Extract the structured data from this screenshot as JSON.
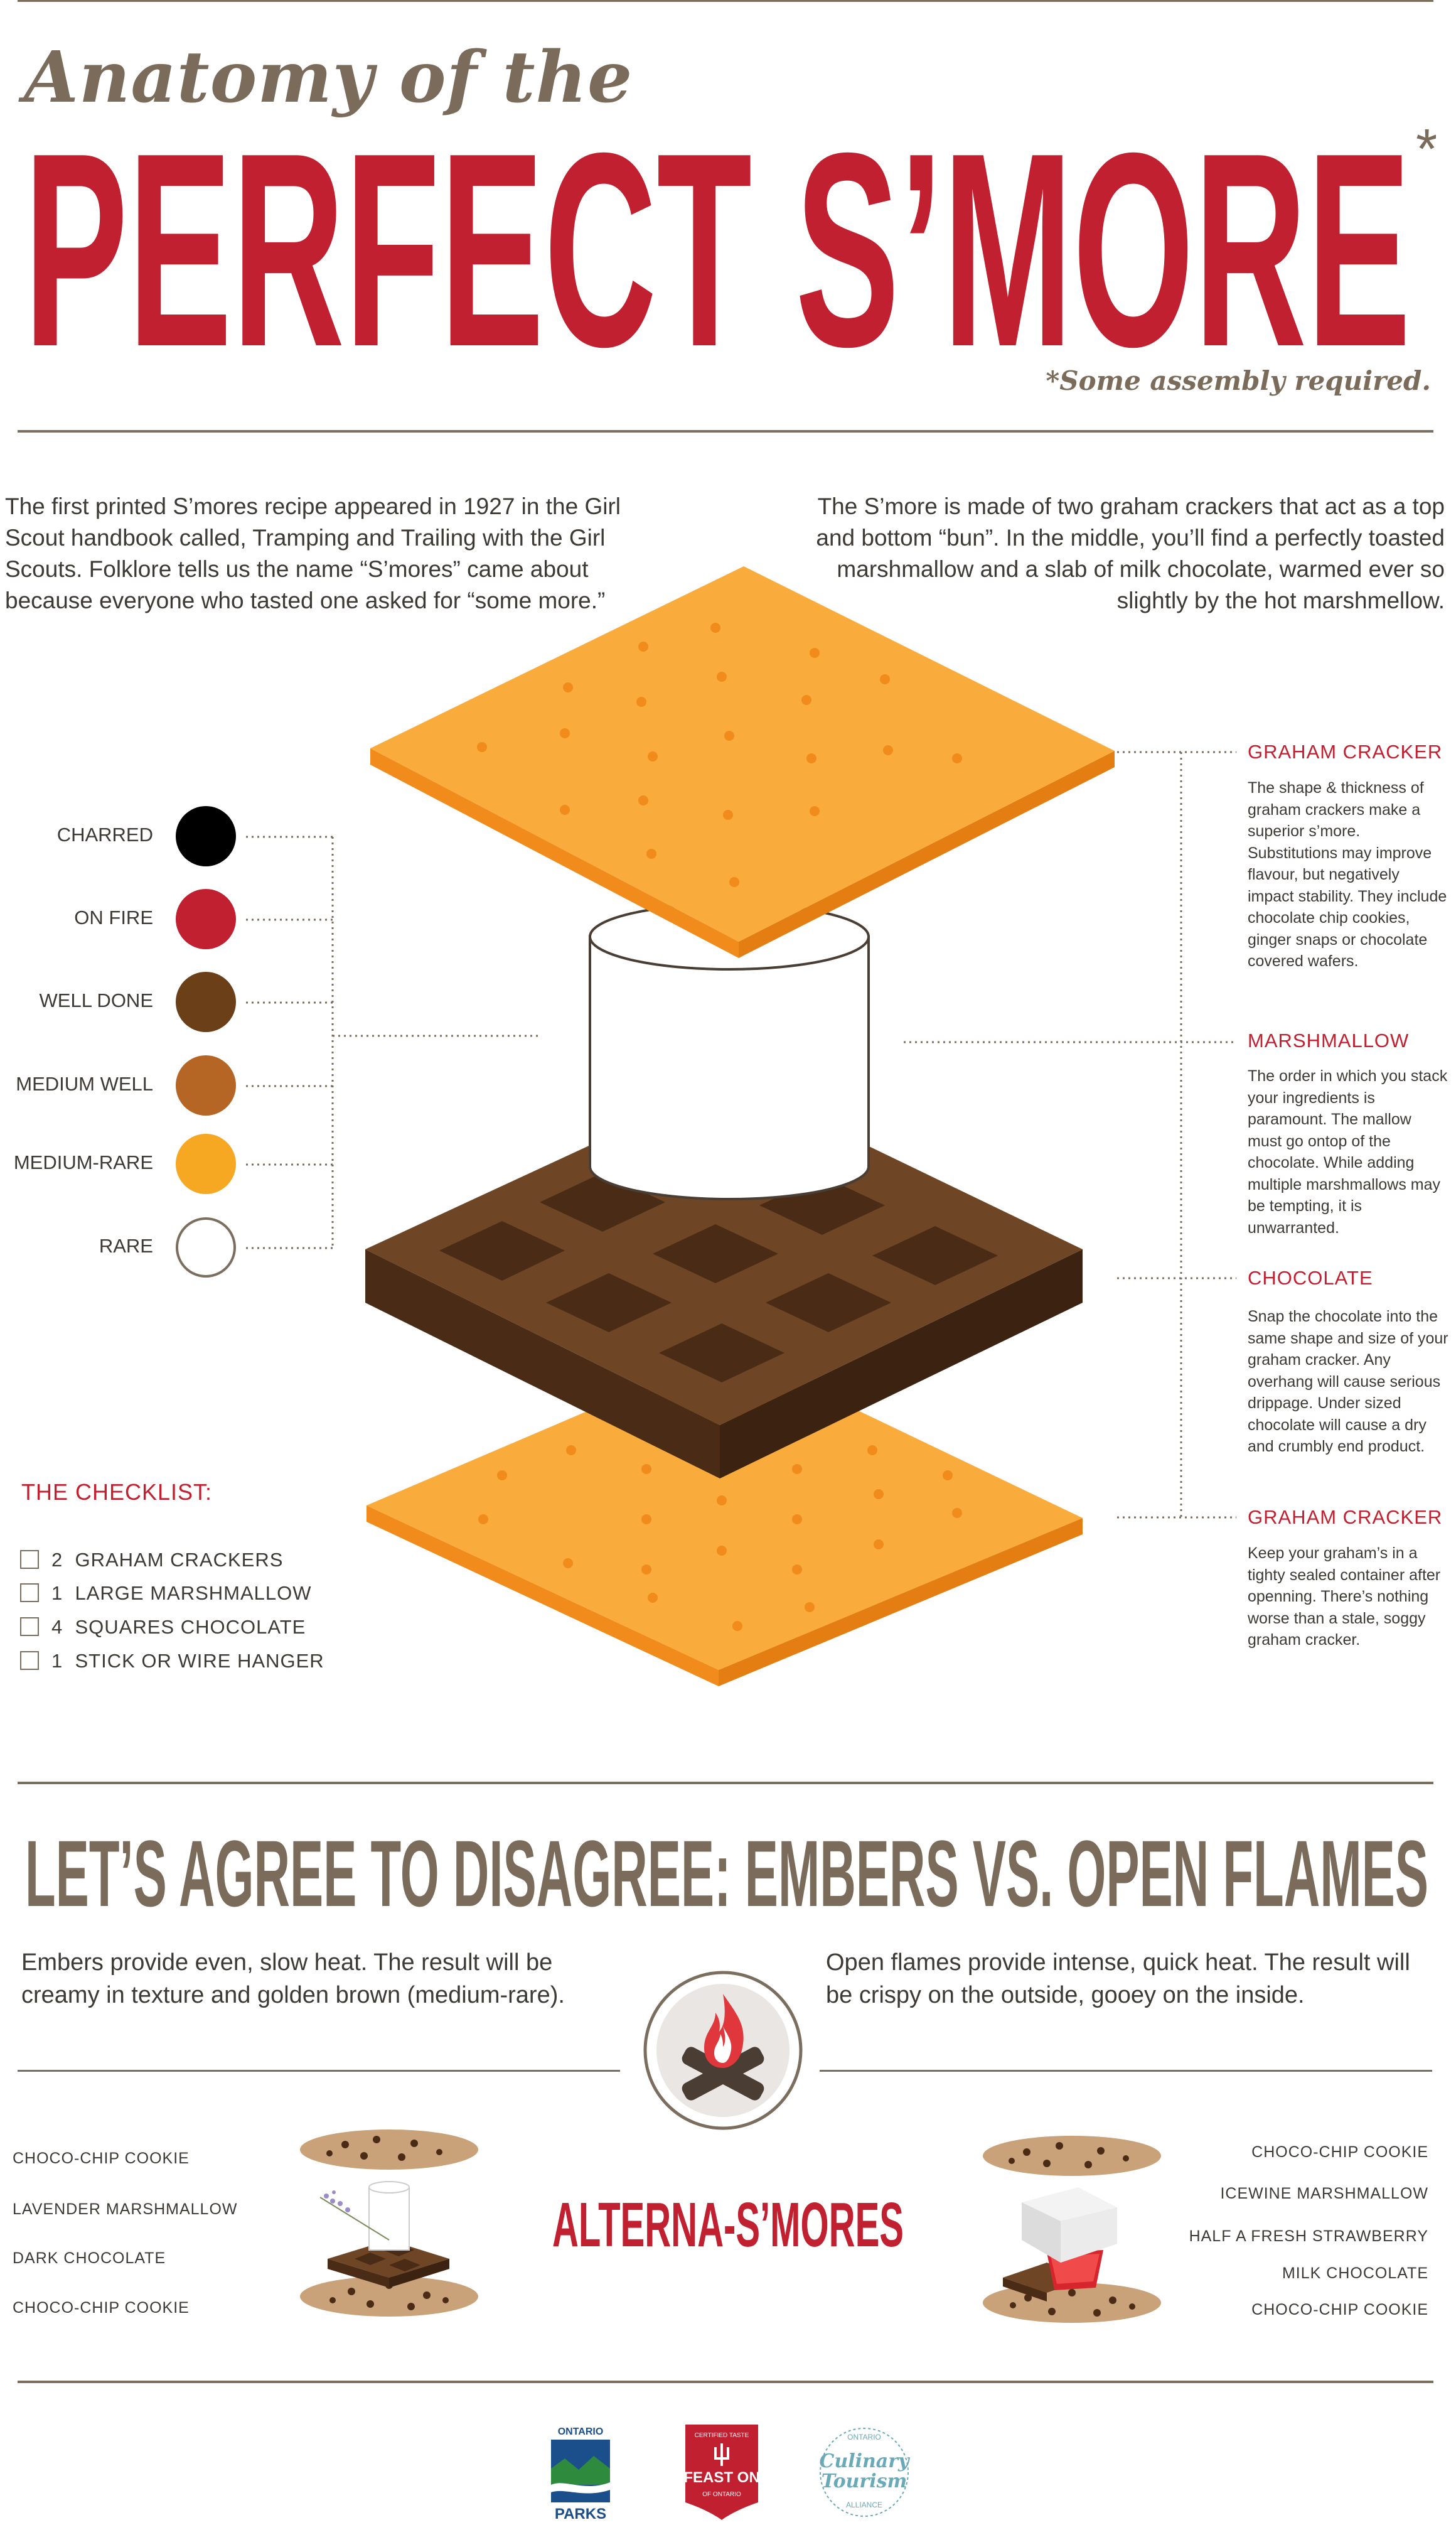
{
  "header": {
    "title_script": "Anatomy of the",
    "title_main": "PERFECT S’MORE",
    "asterisk": "*",
    "subtitle": "*Some assembly required."
  },
  "intro": {
    "left": "The first printed S’mores recipe appeared in 1927 in the Girl Scout handbook called, Tramping and Trailing with the Girl Scouts. Folklore tells us the name “S’mores” came about because everyone who tasted one asked for “some more.”",
    "right": "The S’more is made of two graham crackers that act as a top and bottom “bun”. In the middle, you’ll find a perfectly toasted marshmallow and a slab of milk chocolate, warmed ever so slightly by the hot marshmellow."
  },
  "doneness": [
    {
      "label": "CHARRED",
      "color": "#000000"
    },
    {
      "label": "ON FIRE",
      "color": "#c0202f"
    },
    {
      "label": "WELL DONE",
      "color": "#6b3f17"
    },
    {
      "label": "MEDIUM WELL",
      "color": "#b56524"
    },
    {
      "label": "MEDIUM-RARE",
      "color": "#f7a823"
    },
    {
      "label": "RARE",
      "color": "#ffffff"
    }
  ],
  "parts": [
    {
      "title": "GRAHAM CRACKER",
      "desc": "The shape & thickness of graham crackers make a superior s’more. Substitutions may improve flavour, but negatively impact stability. They include chocolate chip cookies, ginger snaps or chocolate covered wafers."
    },
    {
      "title": "MARSHMALLOW",
      "desc": "The order in which you stack your ingredients is paramount. The mallow must go ontop of the chocolate. While adding multiple marshmallows may be tempting, it is unwarranted."
    },
    {
      "title": "CHOCOLATE",
      "desc": "Snap the chocolate into the same shape and size of your graham cracker. Any overhang will cause serious drippage. Under sized chocolate will cause a dry and crumbly end product."
    },
    {
      "title": "GRAHAM CRACKER",
      "desc": "Keep your graham’s in a tighty sealed container after openning. There’s nothing worse than a stale, soggy graham cracker."
    }
  ],
  "checklist": {
    "title": "THE CHECKLIST:",
    "items": [
      {
        "qty": "2",
        "label": "GRAHAM CRACKERS"
      },
      {
        "qty": "1",
        "label": "LARGE MARSHMALLOW"
      },
      {
        "qty": "4",
        "label": "SQUARES CHOCOLATE"
      },
      {
        "qty": "1",
        "label": "STICK OR WIRE HANGER"
      }
    ]
  },
  "section2": {
    "heading": "LET’S AGREE TO DISAGREE: EMBERS VS. OPEN FLAMES",
    "embers": "Embers provide even, slow heat. The result will be creamy in texture and golden brown (medium-rare).",
    "flames": "Open flames provide intense, quick heat. The result will be crispy on the outside, gooey on the inside."
  },
  "alterna": {
    "title": "ALTERNA-S’MORES",
    "left": [
      "CHOCO-CHIP COOKIE",
      "LAVENDER MARSHMALLOW",
      "DARK CHOCOLATE",
      "CHOCO-CHIP COOKIE"
    ],
    "right": [
      "CHOCO-CHIP COOKIE",
      "ICEWINE MARSHMALLOW",
      "HALF A FRESH STRAWBERRY",
      "MILK CHOCOLATE",
      "CHOCO-CHIP COOKIE"
    ]
  },
  "logos": {
    "ontario_top": "ONTARIO",
    "ontario_bottom": "PARKS",
    "feast_top": "CERTIFIED TASTE",
    "feast_main": "FEAST ON",
    "feast_bottom": "OF ONTARIO",
    "culinary_top": "ONTARIO",
    "culinary_main1": "Culinary",
    "culinary_main2": "Tourism",
    "culinary_bottom": "ALLIANCE"
  },
  "colors": {
    "red": "#c0202f",
    "brown": "#7a6b5a",
    "graham": "#f9ab3c",
    "graham_edge": "#f08b1c",
    "chocolate": "#6e4525",
    "chocolate_dark": "#4a2c16"
  }
}
